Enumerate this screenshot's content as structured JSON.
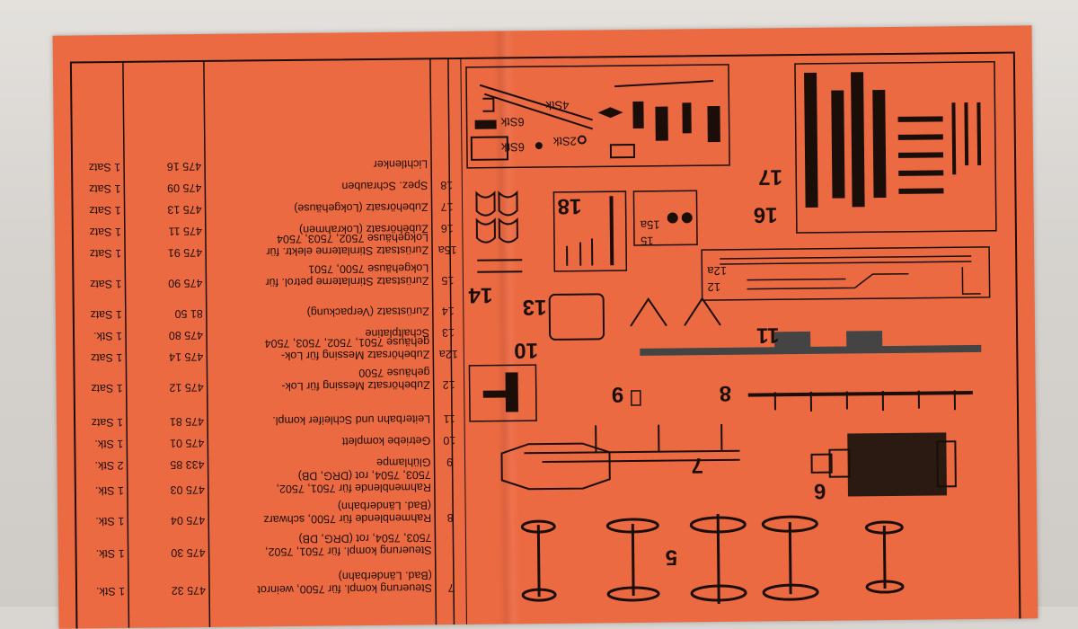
{
  "parts_list": [
    {
      "no": "",
      "desc": "Lichtlenker",
      "art": "475 16",
      "qty": "1 Satz"
    },
    {
      "no": "18",
      "desc": "Spez. Schrauben",
      "art": "475 09",
      "qty": "1 Satz"
    },
    {
      "no": "17",
      "desc": "Zubehörsatz (Lokgehäuse)",
      "art": "475 13",
      "qty": "1 Satz"
    },
    {
      "no": "16",
      "desc": "Zubehörsatz (Lokrahmen)",
      "art": "475 11",
      "qty": "1 Satz"
    },
    {
      "no": "15a",
      "desc": "Zurüstsatz Stirnlaterne elektr. für",
      "desc2": "Lokgehäuse 7502, 7503, 7504",
      "art": "475 91",
      "qty": "1 Satz"
    },
    {
      "no": "15",
      "desc": "Zurüstsatz Stirnlaterne petrol. für",
      "desc2": "Lokgehäuse 7500, 7501",
      "art": "475 90",
      "qty": "1 Satz"
    },
    {
      "no": "14",
      "desc": "Zurüstsatz (Verpackung)",
      "art": "81 50",
      "qty": "1 Satz"
    },
    {
      "no": "13",
      "desc": "Schaltplatine",
      "art": "475 80",
      "qty": "1 Stk."
    },
    {
      "no": "12a",
      "desc": "Zubehörsatz Messing für Lok-",
      "desc2": "gehäuse 7501, 7502, 7503, 7504",
      "art": "475 14",
      "qty": "1 Satz"
    },
    {
      "no": "12",
      "desc": "Zubehörsatz Messing für Lok-",
      "desc2": "gehäuse 7500",
      "art": "475 12",
      "qty": "1 Satz"
    },
    {
      "no": "11",
      "desc": "Leiterbahn und Schleifer kompl.",
      "art": "475 81",
      "qty": "1 Satz"
    },
    {
      "no": "10",
      "desc": "Getriebe komplett",
      "art": "475 01",
      "qty": "1 Stk."
    },
    {
      "no": "9",
      "desc": "Glühlampe",
      "art": "433 85",
      "qty": "2 Stk."
    },
    {
      "no": "",
      "desc": "Rahmenblende für 7501, 7502,",
      "desc2": "7503, 7504, rot (DRG, DB)",
      "art": "475 03",
      "qty": "1 Stk."
    },
    {
      "no": "8",
      "desc": "Rahmenblende für 7500, schwarz",
      "desc2": "(Bad. Länderbahn)",
      "art": "475 04",
      "qty": "1 Stk."
    },
    {
      "no": "",
      "desc": "Steuerung kompl. für 7501, 7502,",
      "desc2": "7503, 7504, rot (DRG, DB)",
      "art": "475 30",
      "qty": "1 Stk."
    },
    {
      "no": "7",
      "desc": "Steuerung kompl. für 7500, weinrot",
      "desc2": "(Bad. Länderbahn)",
      "art": "475 32",
      "qty": "1 Stk."
    }
  ],
  "figure_labels": {
    "l16": "16",
    "l17": "17",
    "l18": "18",
    "l15": "15",
    "l15a": "15a",
    "l12": "12",
    "l12a": "12a",
    "l14": "14",
    "l13": "13",
    "l11": "11",
    "l10": "10",
    "l9": "9",
    "l8": "8",
    "l7": "7",
    "l6": "6",
    "l5": "5",
    "qty_4": "4Stk",
    "qty_6a": "6Stk",
    "qty_6b": "6Stk",
    "qty_2": "2Stk"
  },
  "colors": {
    "paper": "#ec6a42",
    "ink": "#1b0e08"
  }
}
